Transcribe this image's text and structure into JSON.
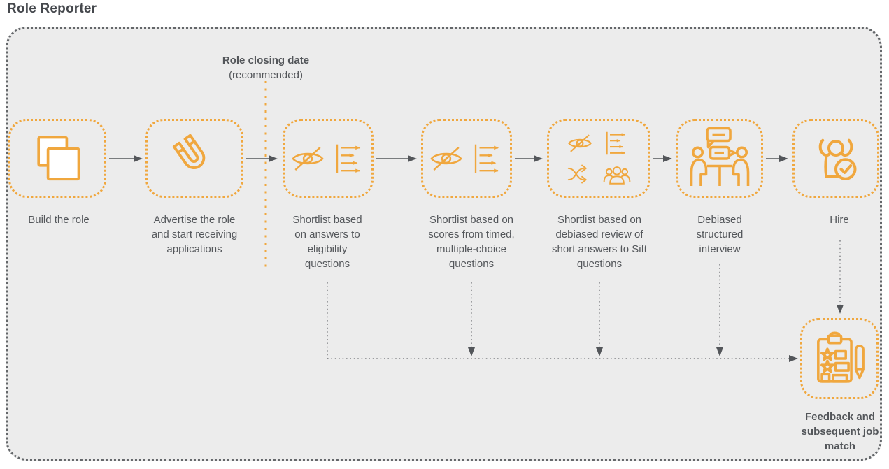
{
  "page": {
    "title": "Role Reporter"
  },
  "colors": {
    "accent_orange": "#F0A73E",
    "text_gray": "#54575B",
    "arrow_dark_gray": "#53565A",
    "connector_dot_gray": "#808285",
    "panel_border_gray": "#64676A",
    "panel_background": "#ECECEC"
  },
  "annotation": {
    "closing_date_title": "Role closing date",
    "closing_date_subtitle": "(recommended)"
  },
  "steps": [
    {
      "id": "build-role",
      "label": "Build the role",
      "icons": [
        "copy-squares-icon"
      ]
    },
    {
      "id": "advertise-role",
      "label": "Advertise the role and start receiving applications",
      "icons": [
        "magnet-icon"
      ]
    },
    {
      "id": "shortlist-eligibility",
      "label": "Shortlist based on answers to eligibility questions",
      "icons": [
        "eye-slash-icon",
        "ranked-list-icon"
      ]
    },
    {
      "id": "shortlist-mcq",
      "label": "Shortlist based on scores from timed, multiple-choice questions",
      "icons": [
        "eye-slash-icon",
        "ranked-list-icon"
      ]
    },
    {
      "id": "shortlist-sift",
      "label": "Shortlist based on debiased review of short answers to Sift questions",
      "icons": [
        "eye-slash-icon",
        "ranked-list-icon",
        "shuffle-icon",
        "people-group-icon"
      ]
    },
    {
      "id": "debiased-interview",
      "label": "Debiased structured interview",
      "icons": [
        "interview-icon"
      ]
    },
    {
      "id": "hire",
      "label": "Hire",
      "icons": [
        "celebrate-check-icon"
      ]
    }
  ],
  "outcome": {
    "id": "feedback-job-match",
    "label": "Feedback and subsequent job match",
    "icons": [
      "feedback-clipboard-icon"
    ]
  }
}
